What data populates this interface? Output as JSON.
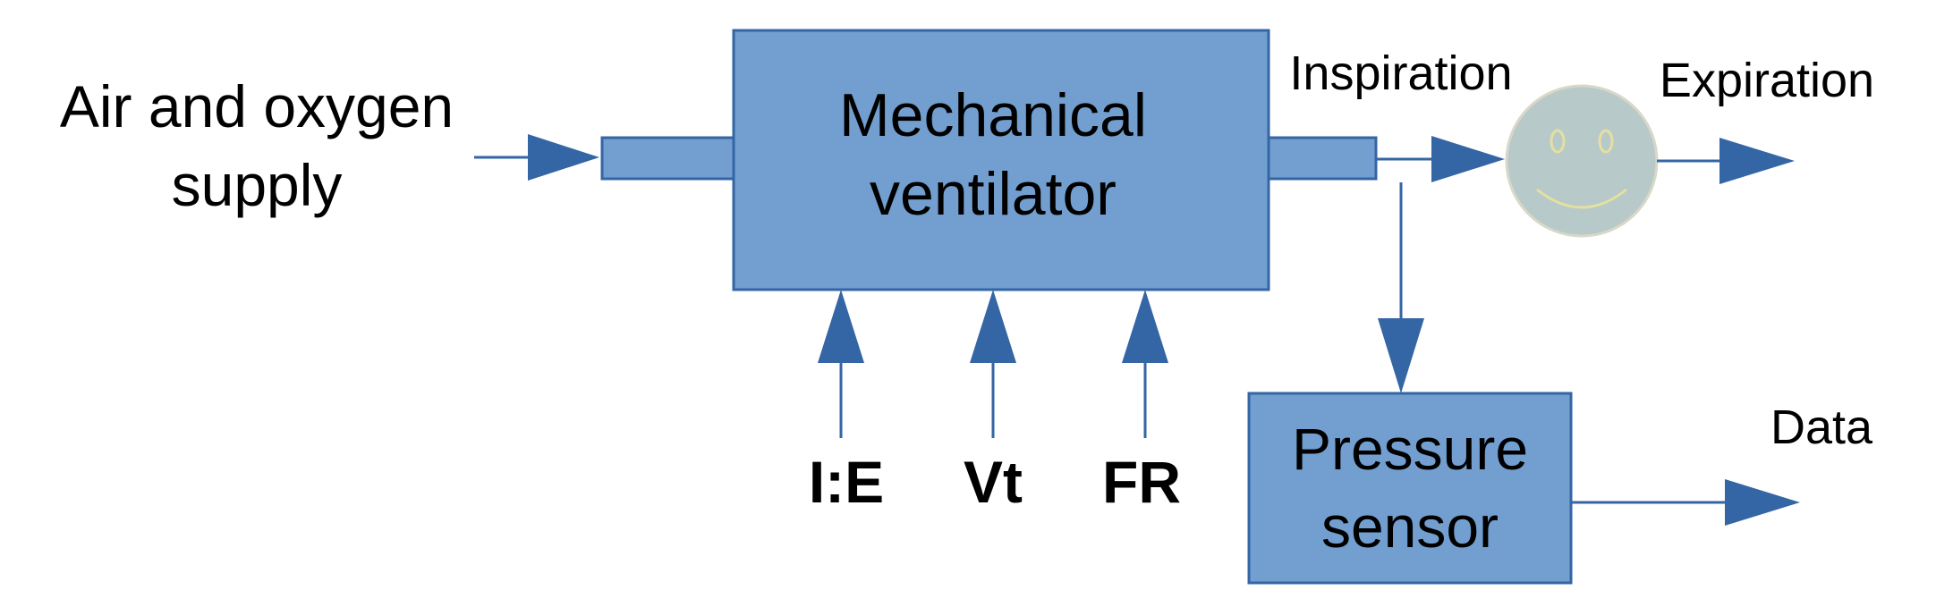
{
  "colors": {
    "box_fill": "#729fcf",
    "box_stroke": "#3465a4",
    "arrow": "#3465a4",
    "face_fill": "#b7c9c9",
    "face_features": "#e5e0a0"
  },
  "input": {
    "line1": "Air and oxygen",
    "line2": "supply"
  },
  "ventilator": {
    "line1": "Mechanical",
    "line2": "ventilator"
  },
  "parameters": [
    "I:E",
    "Vt",
    "FR"
  ],
  "flow": {
    "inspiration": "Inspiration",
    "expiration": "Expiration"
  },
  "sensor": {
    "line1": "Pressure",
    "line2": "sensor"
  },
  "output": {
    "data": "Data"
  },
  "icons": {
    "patient": "smiley-face-icon"
  }
}
